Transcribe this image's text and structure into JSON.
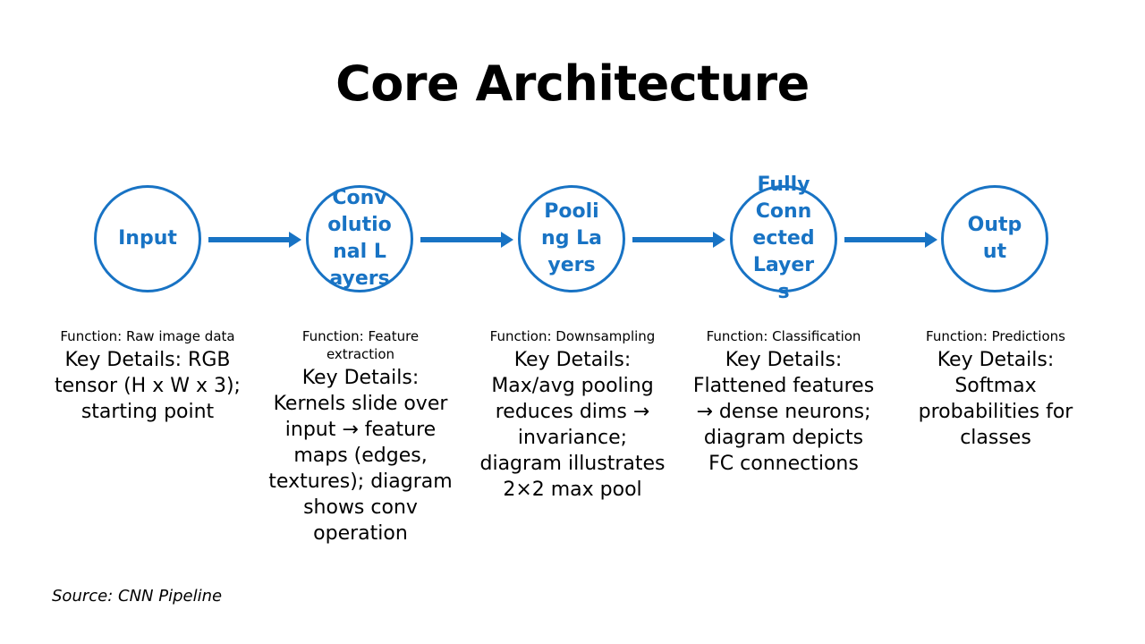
{
  "slide": {
    "title": "Core Architecture",
    "source": "Source: CNN Pipeline"
  },
  "colors": {
    "accent": "#1873c4",
    "text": "#000000",
    "background": "#ffffff"
  },
  "stages": [
    {
      "label": "Input",
      "function": "Function: Raw image data",
      "key_details": "Key Details: RGB tensor (H x W x 3); starting point"
    },
    {
      "label": "Convolutional Layers",
      "function": "Function: Feature extraction",
      "key_details": "Key Details: Kernels slide over input → feature maps (edges, textures); diagram shows conv operation"
    },
    {
      "label": "Pooling Layers",
      "function": "Function: Downsampling",
      "key_details": "Key Details: Max/avg pooling reduces dims → invariance; diagram illustrates 2×2 max pool"
    },
    {
      "label": "Fully Connected Layers",
      "function": "Function: Classification",
      "key_details": "Key Details: Flattened features → dense neurons; diagram depicts FC connections"
    },
    {
      "label": "Output",
      "function": "Function: Predictions",
      "key_details": "Key Details: Softmax probabilities for classes"
    }
  ]
}
